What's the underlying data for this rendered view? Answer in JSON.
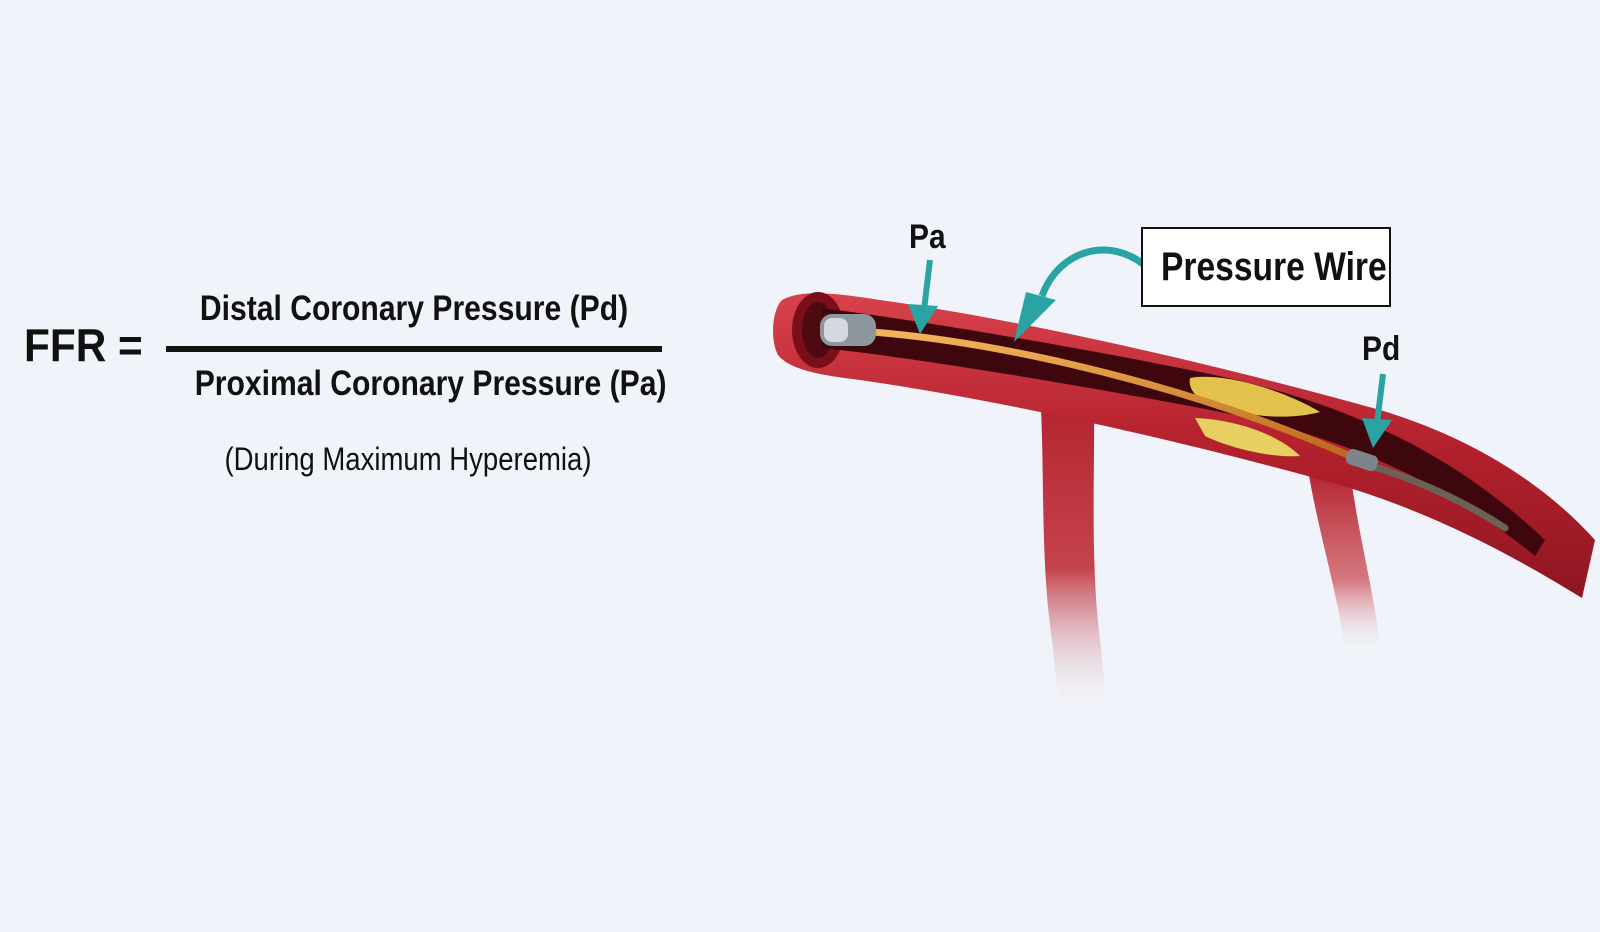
{
  "formula": {
    "lhs": "FFR =",
    "numerator": "Distal Coronary Pressure (Pd)",
    "denominator": "Proximal Coronary Pressure (Pa)",
    "condition": "(During Maximum Hyperemia)"
  },
  "diagram": {
    "labels": {
      "pa": "Pa",
      "pd": "Pd",
      "pressure_wire": "Pressure Wire"
    },
    "colors": {
      "arrow": "#2aa3a3",
      "vessel": "#b3212d",
      "wire": "#d98a2b",
      "plaque": "#e2c24a"
    }
  }
}
